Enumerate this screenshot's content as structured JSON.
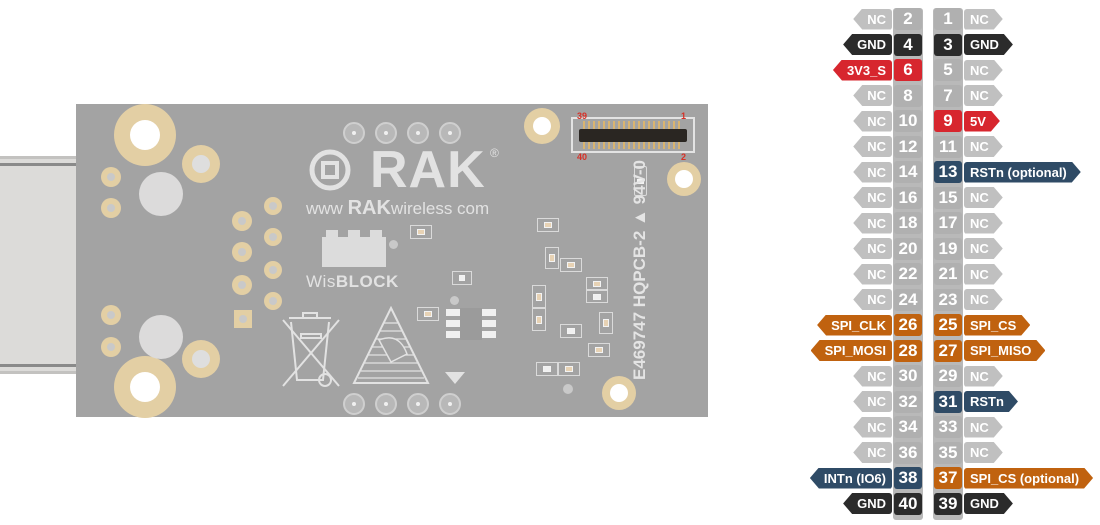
{
  "colors": {
    "nc": "#c0c0c0",
    "nc_num": "#b0b0b0",
    "gnd": "#2b2b2b",
    "power": "#d7262e",
    "spi": "#c0620f",
    "control": "#2f4b66"
  },
  "board": {
    "logo": "RAK",
    "logo_registered": "®",
    "url_prefix": "www",
    "url_brand": "RAK",
    "url_suffix": "wireless com",
    "wisblock_prefix": "Wis",
    "wisblock_suffix": "BLOCK",
    "cert_marking": "E469747 HQPCB-2 ▲ 94V-0",
    "connector_labels": {
      "top_left": "39",
      "top_right": "1",
      "bottom_left": "40",
      "bottom_right": "2"
    }
  },
  "pinout": {
    "even": [
      {
        "pin": "2",
        "label": "NC",
        "type": "nc"
      },
      {
        "pin": "4",
        "label": "GND",
        "type": "gnd"
      },
      {
        "pin": "6",
        "label": "3V3_S",
        "type": "power"
      },
      {
        "pin": "8",
        "label": "NC",
        "type": "nc"
      },
      {
        "pin": "10",
        "label": "NC",
        "type": "nc"
      },
      {
        "pin": "12",
        "label": "NC",
        "type": "nc"
      },
      {
        "pin": "14",
        "label": "NC",
        "type": "nc"
      },
      {
        "pin": "16",
        "label": "NC",
        "type": "nc"
      },
      {
        "pin": "18",
        "label": "NC",
        "type": "nc"
      },
      {
        "pin": "20",
        "label": "NC",
        "type": "nc"
      },
      {
        "pin": "22",
        "label": "NC",
        "type": "nc"
      },
      {
        "pin": "24",
        "label": "NC",
        "type": "nc"
      },
      {
        "pin": "26",
        "label": "SPI_CLK",
        "type": "spi"
      },
      {
        "pin": "28",
        "label": "SPI_MOSI",
        "type": "spi"
      },
      {
        "pin": "30",
        "label": "NC",
        "type": "nc"
      },
      {
        "pin": "32",
        "label": "NC",
        "type": "nc"
      },
      {
        "pin": "34",
        "label": "NC",
        "type": "nc"
      },
      {
        "pin": "36",
        "label": "NC",
        "type": "nc"
      },
      {
        "pin": "38",
        "label": "INTn (IO6)",
        "type": "control"
      },
      {
        "pin": "40",
        "label": "GND",
        "type": "gnd"
      }
    ],
    "odd": [
      {
        "pin": "1",
        "label": "NC",
        "type": "nc"
      },
      {
        "pin": "3",
        "label": "GND",
        "type": "gnd"
      },
      {
        "pin": "5",
        "label": "NC",
        "type": "nc"
      },
      {
        "pin": "7",
        "label": "NC",
        "type": "nc"
      },
      {
        "pin": "9",
        "label": "5V",
        "type": "power"
      },
      {
        "pin": "11",
        "label": "NC",
        "type": "nc"
      },
      {
        "pin": "13",
        "label": "RSTn (optional)",
        "type": "control"
      },
      {
        "pin": "15",
        "label": "NC",
        "type": "nc"
      },
      {
        "pin": "17",
        "label": "NC",
        "type": "nc"
      },
      {
        "pin": "19",
        "label": "NC",
        "type": "nc"
      },
      {
        "pin": "21",
        "label": "NC",
        "type": "nc"
      },
      {
        "pin": "23",
        "label": "NC",
        "type": "nc"
      },
      {
        "pin": "25",
        "label": "SPI_CS",
        "type": "spi"
      },
      {
        "pin": "27",
        "label": "SPI_MISO",
        "type": "spi"
      },
      {
        "pin": "29",
        "label": "NC",
        "type": "nc"
      },
      {
        "pin": "31",
        "label": "RSTn",
        "type": "control"
      },
      {
        "pin": "33",
        "label": "NC",
        "type": "nc"
      },
      {
        "pin": "35",
        "label": "NC",
        "type": "nc"
      },
      {
        "pin": "37",
        "label": "SPI_CS (optional)",
        "type": "spi"
      },
      {
        "pin": "39",
        "label": "GND",
        "type": "gnd"
      }
    ]
  }
}
